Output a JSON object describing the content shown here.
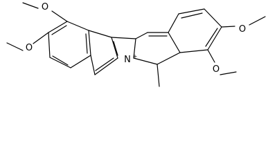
{
  "structure": {
    "atom_labels": {
      "oxygen": [
        "O",
        "O",
        "O",
        "O"
      ],
      "nitrogen": "N",
      "nitrogen_charge": "+"
    }
  }
}
